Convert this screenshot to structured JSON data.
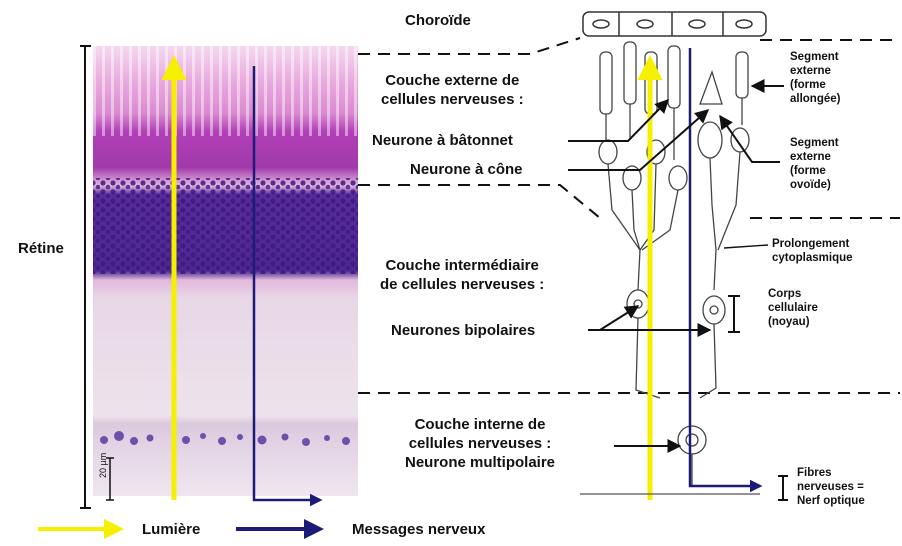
{
  "labels": {
    "choroide": "Choroïde",
    "retine": "Rétine",
    "scale_bar": "20 µm",
    "couche_externe": [
      "Couche externe de",
      "cellules nerveuses :"
    ],
    "neurone_batonnet": "Neurone à bâtonnet",
    "neurone_cone": "Neurone à cône",
    "couche_intermediaire": [
      "Couche intermédiaire",
      "de cellules nerveuses :"
    ],
    "neurones_bipolaires": "Neurones bipolaires",
    "couche_interne": [
      "Couche interne de",
      "cellules nerveuses :",
      "Neurone multipolaire"
    ],
    "segment_externe_allonge": [
      "Segment",
      "externe",
      "(forme",
      "allongée)"
    ],
    "segment_externe_ovoide": [
      "Segment",
      "externe",
      "(forme",
      "ovoïde)"
    ],
    "prolongement": [
      "Prolongement",
      "cytoplasmique"
    ],
    "corps_cellulaire": [
      "Corps",
      "cellulaire",
      "(noyau)"
    ],
    "fibres": [
      "Fibres",
      "nerveuses =",
      "Nerf optique"
    ]
  },
  "legend": {
    "lumiere": "Lumière",
    "messages": "Messages nerveux"
  },
  "colors": {
    "light_arrow": "#f5f000",
    "nerve_arrow": "#1c1c78",
    "stain_pink": "#d86fc0",
    "stain_purple": "#5a2a9a",
    "stain_pale": "#e8dde8"
  }
}
